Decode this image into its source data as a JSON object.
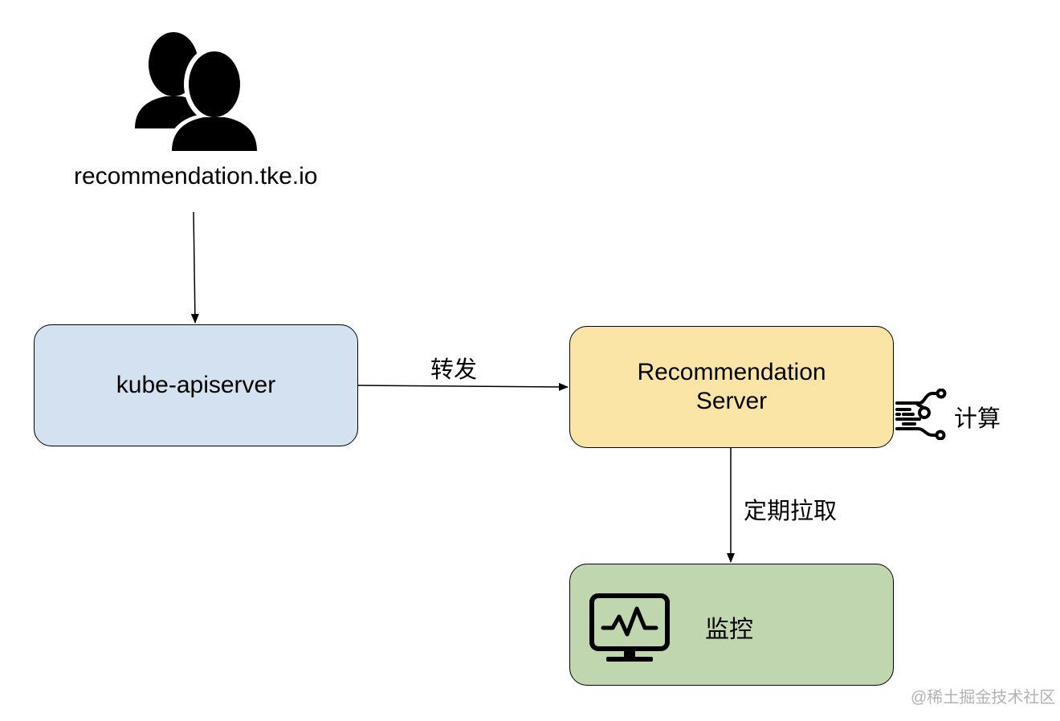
{
  "users": {
    "icon": "users-icon",
    "label": "recommendation.tke.io"
  },
  "nodes": {
    "apiserver": {
      "label": "kube-apiserver",
      "color": "#d4e1f1"
    },
    "recommendation": {
      "label_lines": [
        "Recommendation",
        "Server"
      ],
      "color": "#fae5a6"
    },
    "monitor": {
      "label": "监控",
      "icon": "monitor-chart-icon",
      "color": "#bfd6ae"
    }
  },
  "edges": {
    "users_to_apiserver": {
      "label": ""
    },
    "apiserver_to_recommendation": {
      "label": "转发"
    },
    "recommendation_to_monitor": {
      "label": "定期拉取"
    }
  },
  "compute": {
    "icon": "data-flow-icon",
    "label": "计算"
  },
  "watermark": "@稀土掘金技术社区"
}
